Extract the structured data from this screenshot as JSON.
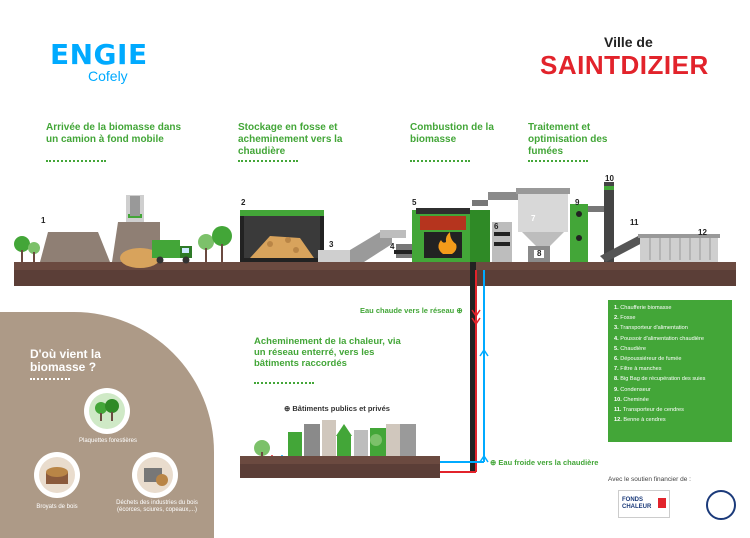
{
  "header": {
    "brand_main": "ENGIE",
    "brand_sub": "Cofely",
    "city_prefix": "Ville de",
    "city_name": "SAINTDIZIER"
  },
  "steps": [
    {
      "title": "Arrivée de la biomasse dans un camion à fond mobile"
    },
    {
      "title": "Stockage en fosse et acheminement vers la chaudière"
    },
    {
      "title": "Combustion de la biomasse"
    },
    {
      "title": "Traitement et optimisation des fumées"
    }
  ],
  "numbers": [
    "1",
    "2",
    "3",
    "4",
    "5",
    "6",
    "7",
    "8",
    "9",
    "10",
    "11",
    "12"
  ],
  "flows": {
    "hot": "Eau chaude vers le réseau",
    "cold": "Eau froide vers la chaudière",
    "network": "Acheminement de la chaleur, via un réseau enterré, vers les bâtiments raccordés",
    "buildings": "Bâtiments publics et privés"
  },
  "legend": [
    {
      "num": "1.",
      "label": "Chaufferie biomasse"
    },
    {
      "num": "2.",
      "label": "Fosse"
    },
    {
      "num": "3.",
      "label": "Transporteur d'alimentation"
    },
    {
      "num": "4.",
      "label": "Poussoir d'alimentation chaudière"
    },
    {
      "num": "5.",
      "label": "Chaudière"
    },
    {
      "num": "6.",
      "label": "Dépoussiéreur de fumée"
    },
    {
      "num": "7.",
      "label": "Filtre à manches"
    },
    {
      "num": "8.",
      "label": "Big Bag de récupération des suies"
    },
    {
      "num": "9.",
      "label": "Condenseur"
    },
    {
      "num": "10.",
      "label": "Cheminée"
    },
    {
      "num": "11.",
      "label": "Transporteur de cendres"
    },
    {
      "num": "12.",
      "label": "Benne à cendres"
    }
  ],
  "biomass": {
    "title": "D'où vient la biomasse ?",
    "items": [
      {
        "label": "Plaquettes forestières",
        "icon": "forest-chips-icon"
      },
      {
        "label": "Broyats de bois",
        "icon": "wood-chips-icon"
      },
      {
        "label": "Déchets des industries du bois (écorces, sciures, copeaux,...)",
        "icon": "wood-waste-icon"
      }
    ]
  },
  "footer": {
    "support": "Avec le soutien financier de :",
    "fonds": "FONDS CHALEUR"
  },
  "colors": {
    "green": "#43a638",
    "ground": "#5b3e37",
    "hot": "#e2232b",
    "cold": "#00aaff",
    "brand": "#00aaff"
  }
}
